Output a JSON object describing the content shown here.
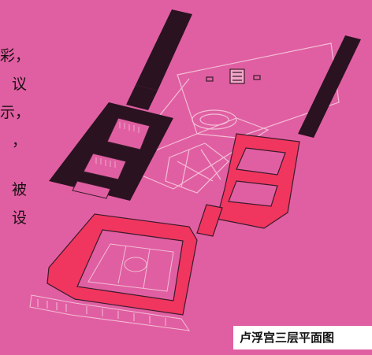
{
  "side_text": {
    "lines": [
      "彩，",
      "议",
      "示，",
      "，",
      "被",
      "设"
    ]
  },
  "caption": {
    "text": "卢浮宫三层平面图"
  },
  "colors": {
    "background": "#e05fa2",
    "highlight_floor": "#f0365f",
    "dark_wing": "#2a1220",
    "outline": "#3a1a2a",
    "light_line": "#f3bdd6"
  }
}
